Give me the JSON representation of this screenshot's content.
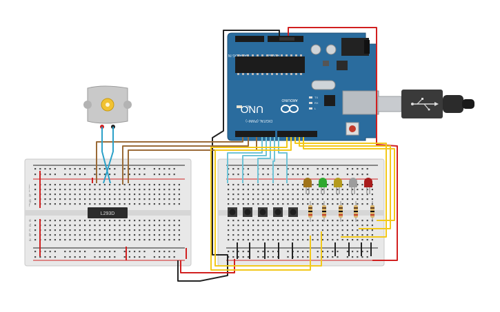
{
  "arduino": {
    "brand": "ARDUINO",
    "model": "UNO",
    "digital_label": "DIGITAL (PWM~)",
    "power_label": "POWER",
    "analog_label": "ANALOG IN",
    "on_label": "ON",
    "tx_label": "TX",
    "rx_label": "RX",
    "l_label": "L",
    "ioref_label": "IOREF",
    "aref_label": "AREF",
    "gnd_label": "GND",
    "reset_label": "RESET"
  },
  "chip": {
    "label": "L293D"
  },
  "leds": {
    "colors": [
      "#a0741a",
      "#2fa82f",
      "#b49a1c",
      "#9c9c9c",
      "#a81c1c"
    ]
  },
  "buttons": {
    "count": 5
  },
  "breadboards": {
    "row_letters_top": [
      "j",
      "i",
      "h",
      "g",
      "f"
    ],
    "row_letters_bottom": [
      "e",
      "d",
      "c",
      "b",
      "a"
    ]
  },
  "usb": {
    "icon": "usb-plug-icon"
  },
  "motor": {
    "icon": "dc-motor-icon"
  },
  "colors": {
    "board_blue": "#2a6c9e",
    "wire_red": "#d11f1f",
    "wire_black": "#222222",
    "wire_yellow": "#f2c81a",
    "wire_brown": "#9a6a36",
    "wire_blue": "#6fc3d6",
    "wire_teal": "#2aa0c8"
  }
}
